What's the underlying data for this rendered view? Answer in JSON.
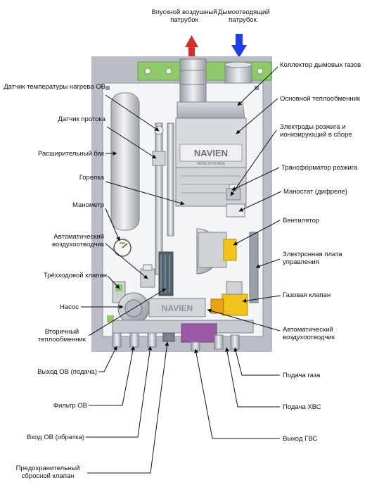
{
  "labels": {
    "air_intake": "Впускной воздушный патрубок",
    "flue_outlet": "Дымоотводящий патрубок",
    "flue_collector": "Коллектор дымовых газов",
    "main_heat_exchanger": "Основной теплообменник",
    "electrodes": "Злектроды розжига и ионизирующий в сборе",
    "ignition_transformer": "Трансформатор розжига",
    "manostat": "Маностат (дифреле)",
    "fan": "Вентилятор",
    "control_board": "Злектронная плата управления",
    "gas_valve": "Газовая клапан",
    "auto_air_vent_right": "Автоматический воздухоотводчик",
    "gas_supply": "Подача газа",
    "cold_water_supply": "Подача ХВС",
    "dhw_outlet": "Выход ГВС",
    "heating_temp_sensor": "Датчик температуры нагрева ОВ",
    "flow_sensor": "Датчик протока",
    "expansion_tank": "Расширительный бак",
    "burner": "Горелка",
    "pressure_gauge": "Манометр",
    "auto_air_vent_left": "Автоматический воздухоотводчик",
    "three_way_valve": "Трёхходовой клапан",
    "pump": "Насос",
    "secondary_heat_exchanger": "Вторичный теплообменник",
    "heating_outlet": "Выход ОВ (подача)",
    "heating_filter": "Фильтр ОВ",
    "heating_return": "Вход ОВ (обратка)",
    "safety_relief_valve": "Предохранительный сбросной клапан"
  },
  "brand": {
    "logo_text": "NAVIEN",
    "logo_sub": "MADE IN KOREA",
    "pump_brand": "NAVIEN"
  },
  "colors": {
    "air_arrow": "#d32f2f",
    "flue_arrow": "#1e40e6",
    "cabinet": "#b9bec6",
    "accent_green": "#8fc96a",
    "gas_yellow": "#f2c31b",
    "dhw_purple": "#9b59a6"
  }
}
